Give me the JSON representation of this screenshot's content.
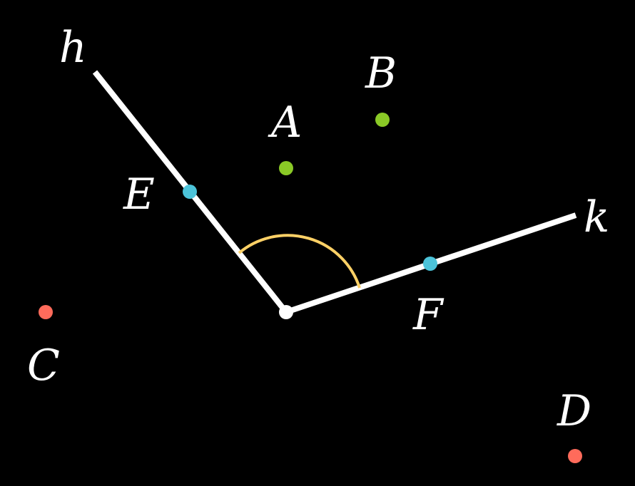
{
  "colors": {
    "background": "#000000",
    "rays": "#ffffff",
    "vertex": "#ffffff",
    "angle_arc": "#ffd166",
    "points_inside": "#8ac926",
    "points_outside": "#ff6b5b",
    "points_on_rays": "#4cc3d9",
    "labels": "#ffffff"
  },
  "rays": {
    "h": {
      "label": "h"
    },
    "k": {
      "label": "k"
    }
  },
  "points": {
    "A": {
      "label": "A"
    },
    "B": {
      "label": "B"
    },
    "C": {
      "label": "C"
    },
    "D": {
      "label": "D"
    },
    "E": {
      "label": "E"
    },
    "F": {
      "label": "F"
    }
  }
}
